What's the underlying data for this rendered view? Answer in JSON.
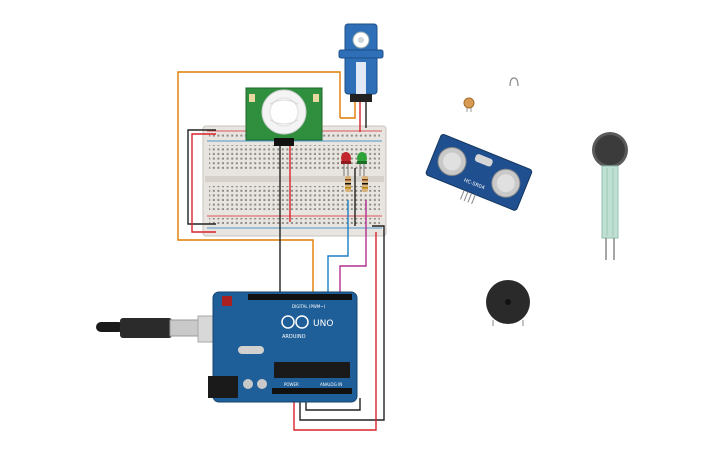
{
  "labels": {
    "arduino_brand": "ARDUINO",
    "arduino_model": "UNO",
    "arduino_digital": "DIGITAL (PWM~)",
    "arduino_power": "POWER",
    "arduino_analog": "ANALOG IN",
    "ultrasonic_model": "HC-SR04"
  },
  "colors": {
    "arduino_blue": "#1f5f99",
    "breadboard": "#e8e4df",
    "pir_pcb": "#2f8f3e",
    "servo_blue": "#2e6fb8",
    "hcsr04_blue": "#1f4f8f",
    "wire_orange": "#e07b00",
    "wire_red": "#d9232a",
    "wire_black": "#222222",
    "wire_blue": "#1b7fc4",
    "wire_magenta": "#b03090",
    "led_red": "#c0262b",
    "led_green": "#2fa33a",
    "fsr_pad": "#3b3b3b",
    "buzzer": "#2a2a2a"
  },
  "icons": [
    "usb-cable-icon",
    "pir-sensor-icon",
    "servo-motor-icon",
    "ultrasonic-sensor-icon",
    "photoresistor-icon",
    "force-sensor-icon",
    "piezo-buzzer-icon",
    "led-icon",
    "resistor-icon"
  ]
}
